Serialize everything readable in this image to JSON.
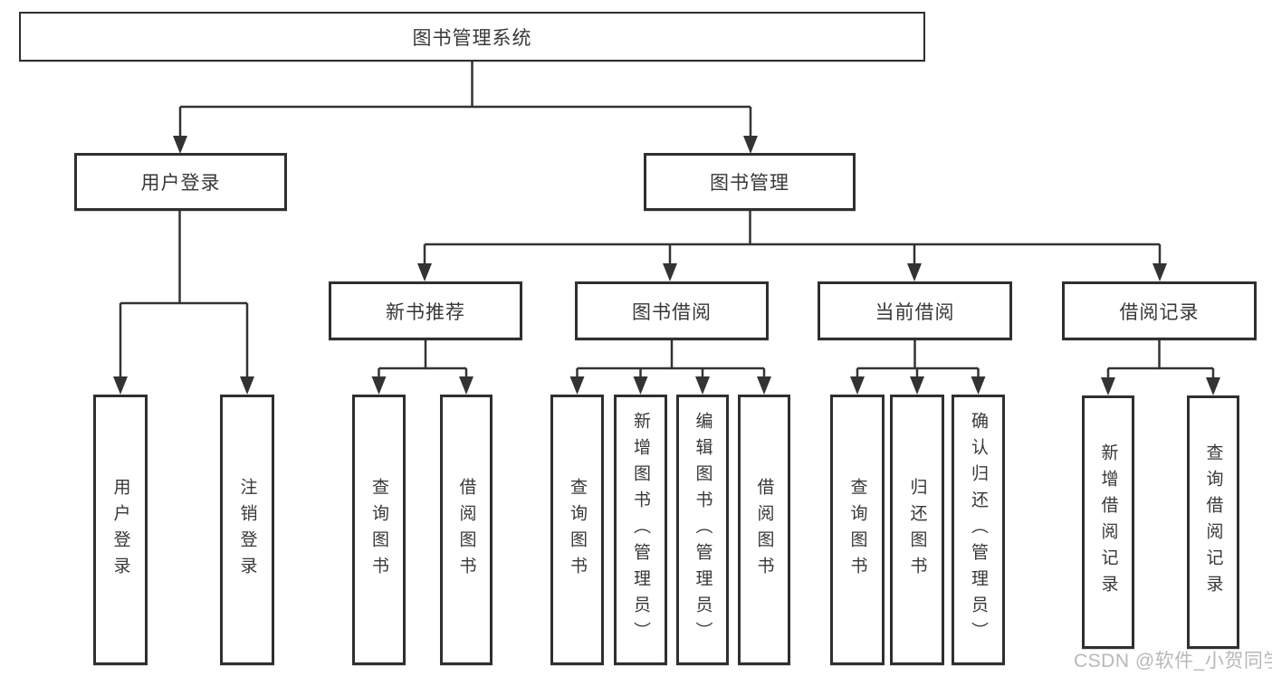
{
  "diagram": {
    "root": "图书管理系统",
    "level2": {
      "user_login": "用户登录",
      "book_mgmt": "图书管理"
    },
    "level3": {
      "new_book_rec": "新书推荐",
      "book_borrow": "图书借阅",
      "current_borrow": "当前借阅",
      "borrow_record": "借阅记录"
    },
    "leaves": {
      "user_login": "用户登录",
      "logout": "注销登录",
      "rec_query": "查询图书",
      "rec_borrow": "借阅图书",
      "bb_query": "查询图书",
      "bb_add": "新增图书（管理员）",
      "bb_edit": "编辑图书（管理员）",
      "bb_borrow": "借阅图书",
      "cb_query": "查询图书",
      "cb_return": "归还图书",
      "cb_confirm": "确认归还（管理员）",
      "br_add": "新增借阅记录",
      "br_query": "查询借阅记录"
    }
  },
  "watermark": "CSDN @软件_小贺同学",
  "colors": {
    "line": "#333333",
    "box_border": "#2f2f2f",
    "text": "#383838",
    "watermark": "#b8b8b8",
    "background": "#ffffff"
  }
}
